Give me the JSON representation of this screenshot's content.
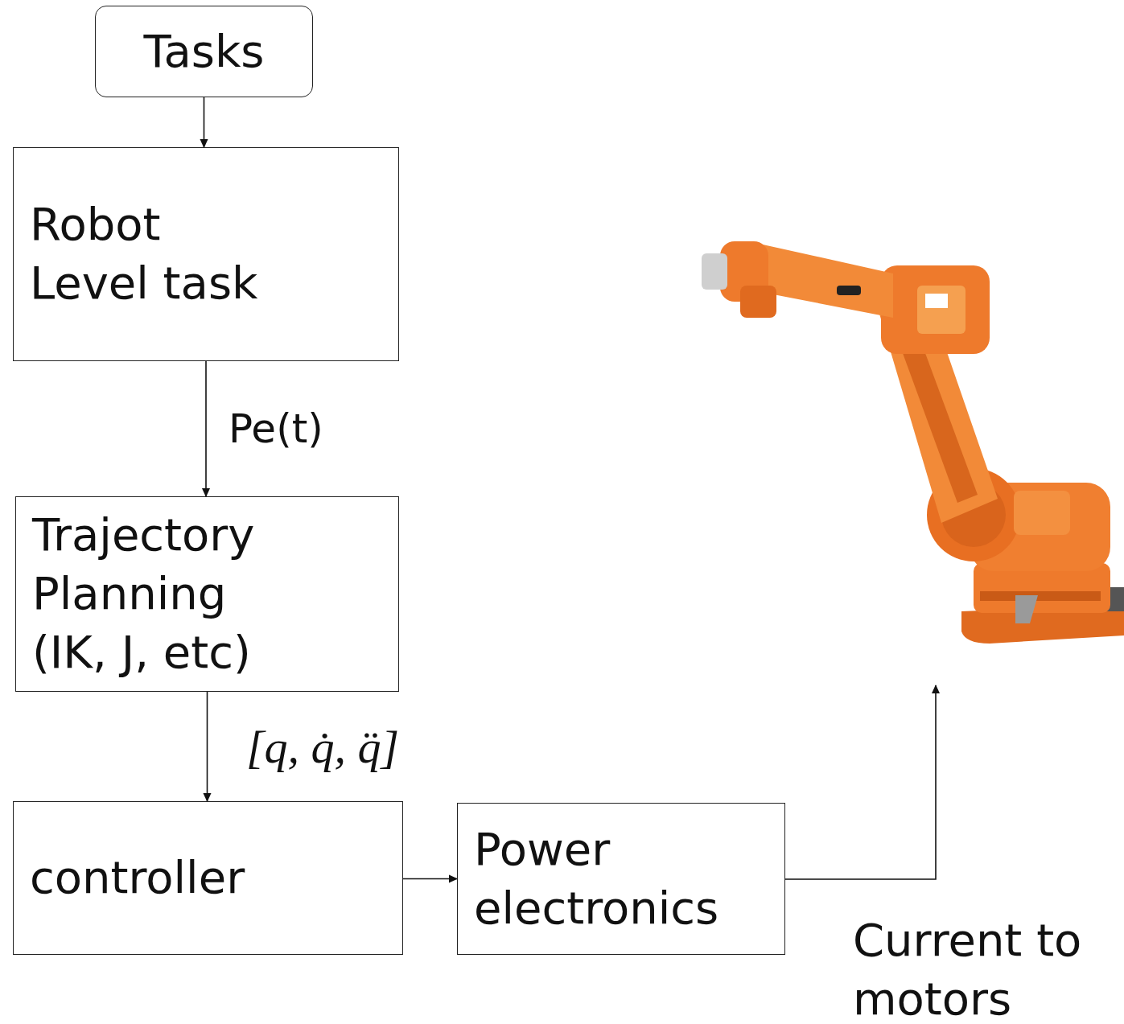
{
  "diagram": {
    "nodes": [
      {
        "text": [
          "Tasks"
        ]
      },
      {
        "text": [
          "Robot Level task"
        ]
      },
      {
        "text": [
          "Trajectory Planning (IK, J, etc)"
        ]
      },
      {
        "text": [
          "controller"
        ]
      },
      {
        "text": [
          "Power electronics"
        ]
      }
    ],
    "edges": [
      {
        "from": 0,
        "to": 1,
        "arrow": "to"
      },
      {
        "from": 1,
        "to": 2,
        "label": "Pe(t)",
        "arrow": "to"
      },
      {
        "from": 2,
        "to": 3,
        "label": "[q, q̇, q̈]",
        "arrow": "to"
      },
      {
        "from": 3,
        "to": 4,
        "arrow": "to"
      }
    ],
    "labels": [
      "Current to motors"
    ]
  }
}
